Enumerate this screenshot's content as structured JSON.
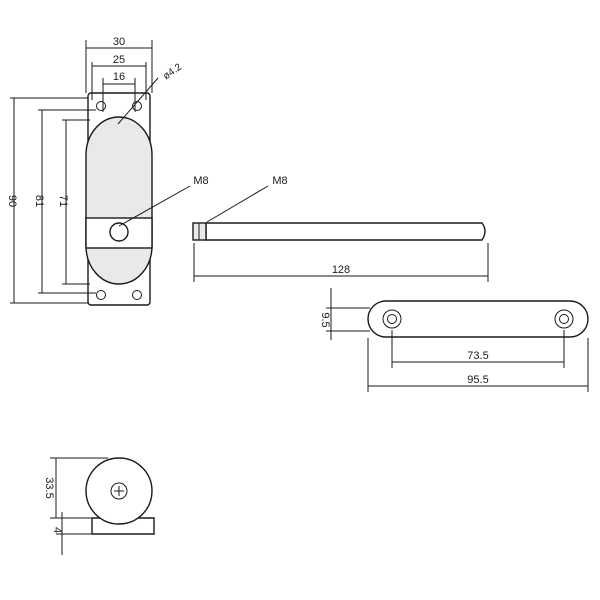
{
  "front_view": {
    "dim_width_outer": "30",
    "dim_width_holes": "25",
    "dim_width_inner": "16",
    "dim_hole_diameter": "ø4.2",
    "dim_height_total": "90",
    "dim_height_holes": "81",
    "dim_height_body": "71",
    "label_thread": "M8"
  },
  "rod_view": {
    "label_thread": "M8",
    "dim_length": "128"
  },
  "plate_view": {
    "dim_height": "9.5",
    "dim_hole_spacing": "73.5",
    "dim_length": "95.5"
  },
  "side_view": {
    "dim_height": "33.5",
    "dim_base": "4"
  }
}
